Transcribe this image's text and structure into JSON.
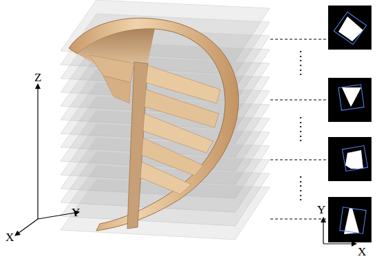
{
  "diagram": {
    "labels": [
      "Z",
      "Y",
      "X",
      "Y",
      "X",
      "⋮",
      "⋮",
      "⋮",
      "⋮",
      "⋮",
      "⋮"
    ]
  }
}
